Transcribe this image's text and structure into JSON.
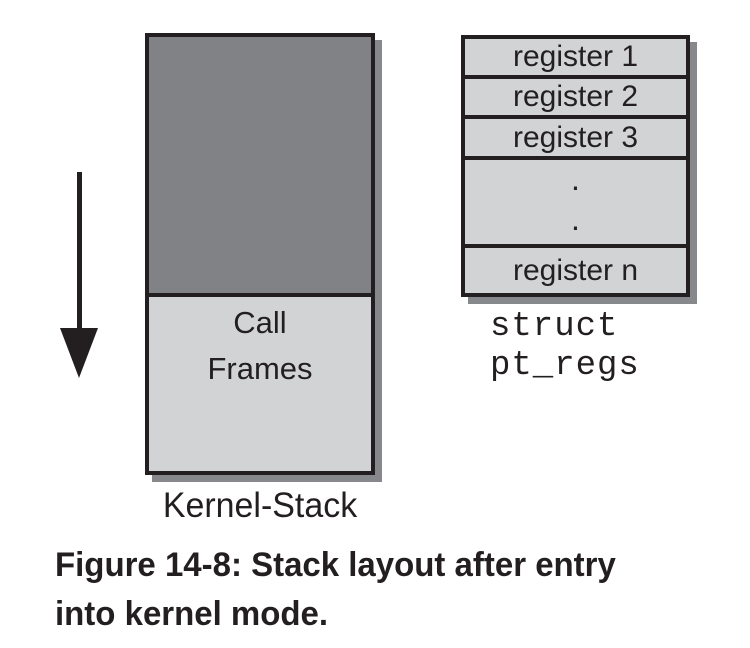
{
  "figure": {
    "arrow": {
      "direction": "down"
    },
    "kernel_stack": {
      "call_frames_line1": "Call",
      "call_frames_line2": "Frames",
      "label": "Kernel-Stack"
    },
    "pt_regs_table": {
      "rows": [
        "register 1",
        "register 2",
        "register 3"
      ],
      "ellipsis_dots": [
        ".",
        "."
      ],
      "last_row": "register n",
      "label_line1": "struct",
      "label_line2": "pt_regs"
    },
    "caption_line1": "Figure 14-8: Stack layout after entry",
    "caption_line2": "into kernel mode."
  },
  "colors": {
    "ink": "#231f20",
    "dark_gray": "#808285",
    "light_gray": "#d1d3d4",
    "shadow": "#87888b",
    "background": "#ffffff"
  }
}
